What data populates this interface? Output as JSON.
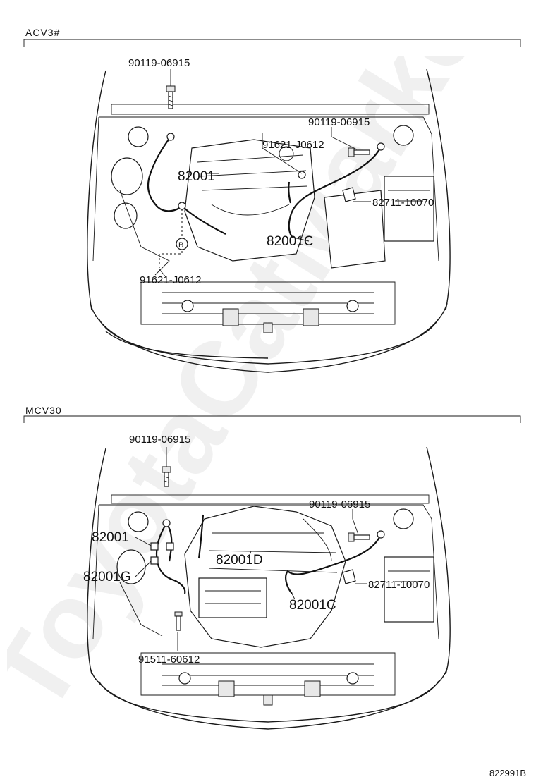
{
  "watermark": "ToyotaCatMarketru",
  "figure_number": "822991B",
  "sections": [
    {
      "title": "ACV3#",
      "labels": {
        "bolt_top": "90119-06915",
        "bolt_right": "90119-06915",
        "screw_mid": "91621-J0612",
        "harness_left": "82001",
        "clamp_right": "82711-10070",
        "harness_c": "82001C",
        "screw_bottom": "91621-J0612",
        "marker_b": "B"
      }
    },
    {
      "title": "MCV30",
      "labels": {
        "bolt_top": "90119-06915",
        "bolt_right": "90119-06915",
        "harness_left": "82001",
        "harness_d": "82001D",
        "harness_g": "82001G",
        "clamp_right": "82711-10070",
        "harness_c": "82001C",
        "bolt_bottom": "91511-60612"
      }
    }
  ]
}
